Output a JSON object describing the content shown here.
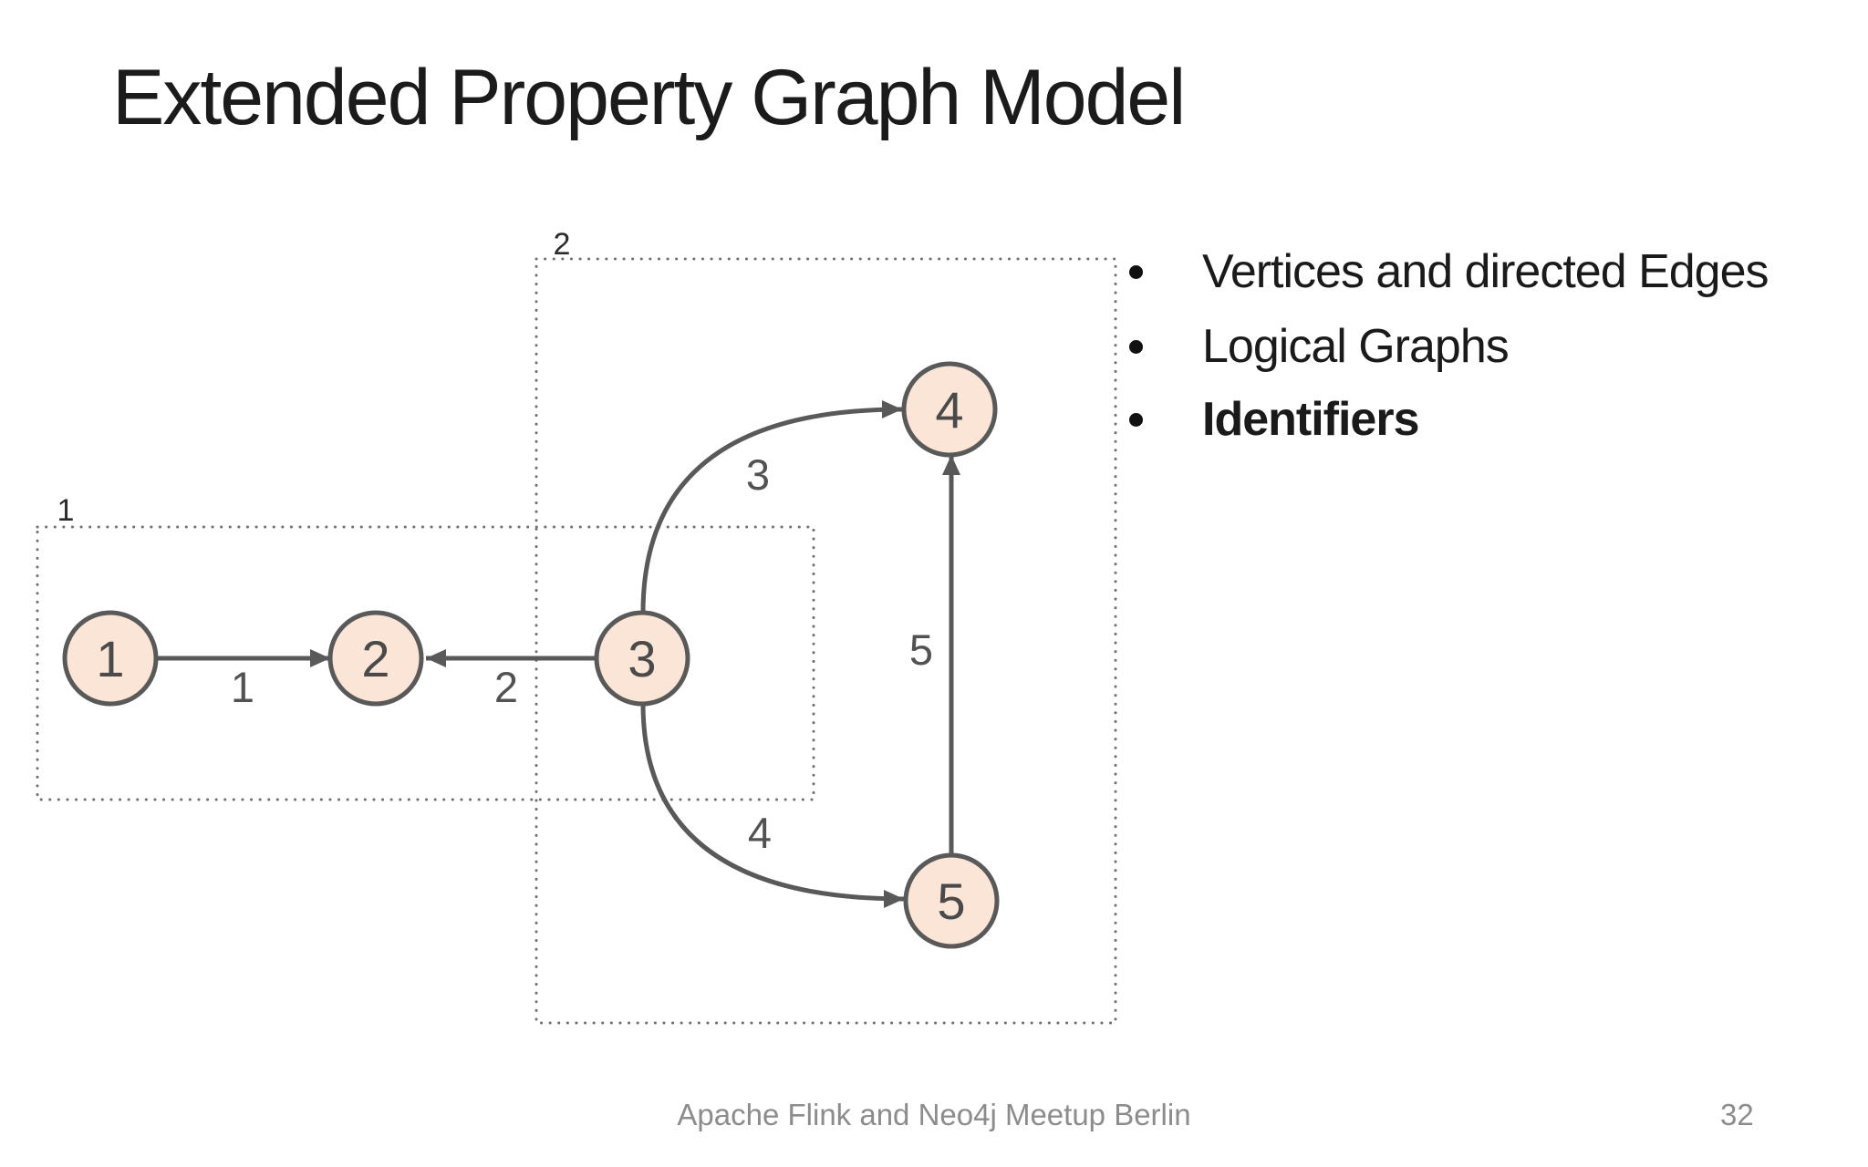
{
  "slide": {
    "title": "Extended Property Graph Model",
    "bullets": [
      {
        "label": "Vertices and directed Edges",
        "style": "regular"
      },
      {
        "label": "Logical Graphs",
        "style": "regular"
      },
      {
        "label": "Identifiers",
        "style": "bold"
      }
    ],
    "footer": {
      "text": "Apache Flink and Neo4j Meetup Berlin",
      "page_number": "32"
    }
  },
  "graph": {
    "nodes": [
      {
        "id": "1",
        "label": "1"
      },
      {
        "id": "2",
        "label": "2"
      },
      {
        "id": "3",
        "label": "3"
      },
      {
        "id": "4",
        "label": "4"
      },
      {
        "id": "5",
        "label": "5"
      }
    ],
    "edges": [
      {
        "label": "1",
        "from": "1",
        "to": "2"
      },
      {
        "label": "2",
        "from": "3",
        "to": "2"
      },
      {
        "label": "3",
        "from": "3",
        "to": "4"
      },
      {
        "label": "4",
        "from": "3",
        "to": "5"
      },
      {
        "label": "5",
        "from": "5",
        "to": "4"
      }
    ],
    "logical_graphs": [
      {
        "label": "1"
      },
      {
        "label": "2"
      }
    ],
    "colors": {
      "node_fill": "#fbe5d6",
      "node_stroke": "#595959",
      "edge_stroke": "#595959",
      "dotted_box": "#707070",
      "node_text": "#4a4a4a",
      "edge_label_text": "#525252",
      "box_label_text": "#2b2b2b"
    }
  }
}
